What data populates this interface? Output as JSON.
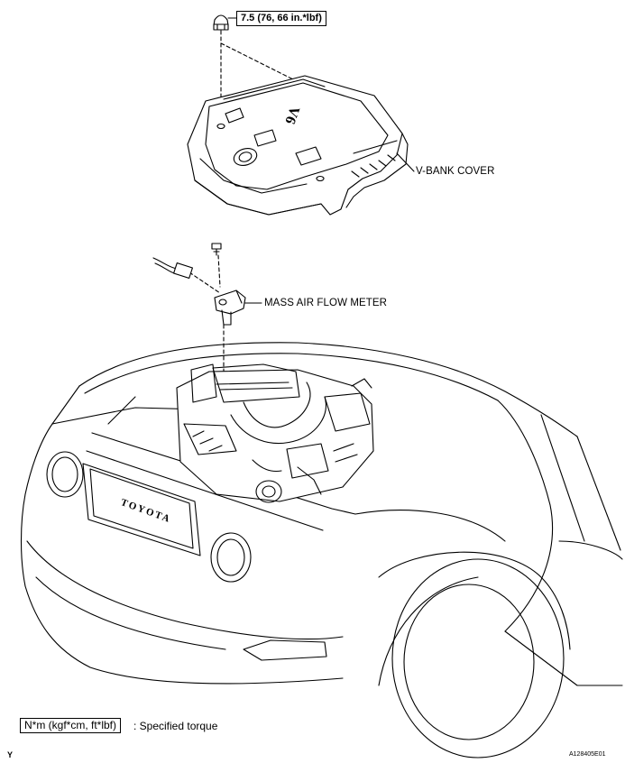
{
  "torque_callout": "7.5 (76, 66 in.*lbf)",
  "labels": {
    "v_bank_cover": "V-BANK COVER",
    "mass_air_flow_meter": "MASS AIR FLOW METER"
  },
  "legend": {
    "unit_box": "N*m (kgf*cm, ft*lbf)",
    "description": ": Specified torque"
  },
  "footer": {
    "left_mark": "Y",
    "figure_code": "A128405E01"
  },
  "engraved": {
    "cover_text": "V6",
    "grille_text": "TOYOTA"
  }
}
